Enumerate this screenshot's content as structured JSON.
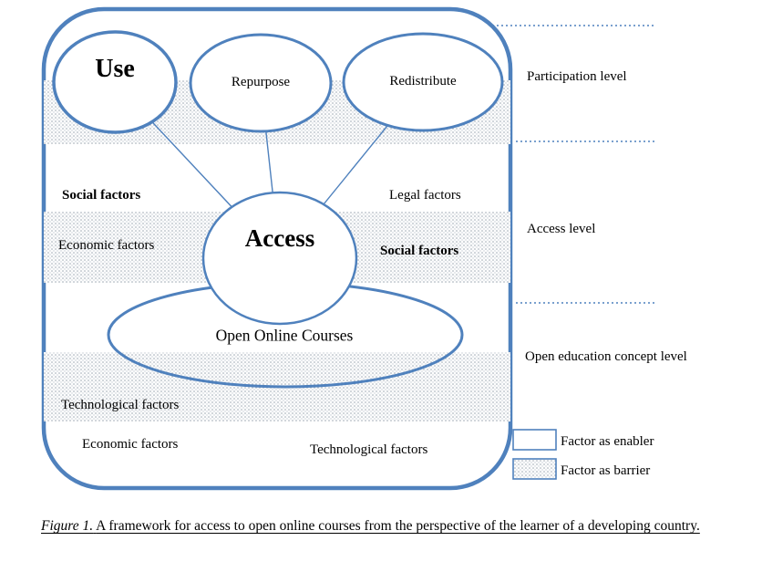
{
  "diagram": {
    "accent_color": "#4f81bd",
    "nodes": {
      "use": "Use",
      "repurpose": "Repurpose",
      "redistribute": "Redistribute",
      "access": "Access",
      "open_online_courses": "Open Online Courses"
    },
    "factor_labels": {
      "social_participation": "Social factors",
      "legal_participation": "Legal factors",
      "economic_access": "Economic factors",
      "social_access": "Social factors",
      "technological_concept": "Technological factors",
      "economic_bottom": "Economic factors",
      "technological_bottom": "Technological factors"
    },
    "level_labels": {
      "participation": "Participation level",
      "access": "Access level",
      "open_education": "Open education concept level"
    },
    "legend": {
      "enabler": "Factor as enabler",
      "barrier": "Factor as barrier"
    }
  },
  "caption": {
    "label": "Figure 1.",
    "text": "A framework for access to open online courses from the perspective of the learner of a developing country."
  }
}
